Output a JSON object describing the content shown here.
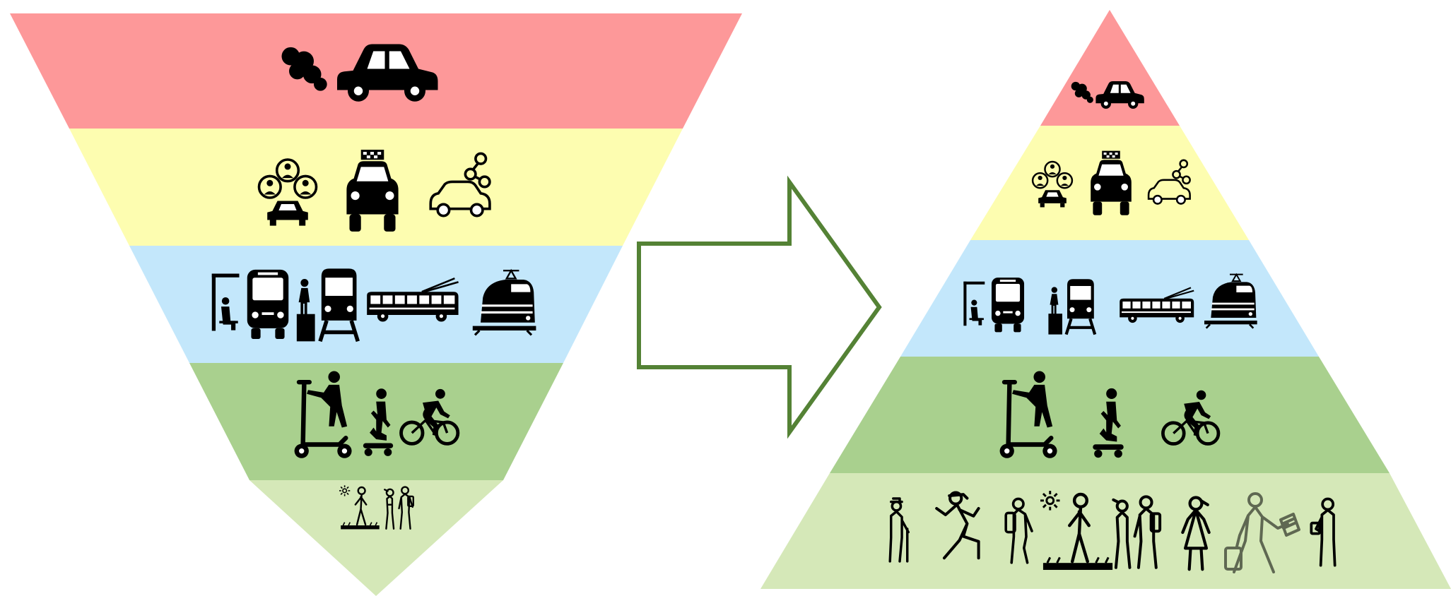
{
  "colors": {
    "band_car": "#fd9899",
    "band_shared": "#fdfdb0",
    "band_transit": "#c3e7fb",
    "band_active": "#a9d08e",
    "band_walk": "#d5e8b8",
    "icon": "#000000",
    "arrow_stroke": "#548235",
    "background": "#ffffff"
  },
  "current_pyramid": {
    "layers": [
      {
        "key": "private-car",
        "color_key": "band_car",
        "icons": [
          "car-exhaust-icon"
        ]
      },
      {
        "key": "shared-mobility",
        "color_key": "band_shared",
        "icons": [
          "carpool-icon",
          "taxi-icon",
          "car-sharing-icon"
        ]
      },
      {
        "key": "public-transport",
        "color_key": "band_transit",
        "icons": [
          "bus-stop-icon",
          "bus-icon",
          "metro-icon",
          "trolleybus-icon",
          "train-icon"
        ]
      },
      {
        "key": "micromobility",
        "color_key": "band_active",
        "icons": [
          "scooter-icon",
          "skateboard-icon",
          "bicycle-icon"
        ]
      },
      {
        "key": "walking",
        "color_key": "band_walk",
        "icons": [
          "walking-sun-icon",
          "hikers-icon"
        ]
      }
    ]
  },
  "target_pyramid": {
    "layers": [
      {
        "key": "private-car",
        "color_key": "band_car",
        "icons": [
          "car-exhaust-icon"
        ]
      },
      {
        "key": "shared-mobility",
        "color_key": "band_shared",
        "icons": [
          "carpool-icon",
          "taxi-icon",
          "car-sharing-icon"
        ]
      },
      {
        "key": "public-transport",
        "color_key": "band_transit",
        "icons": [
          "bus-stop-icon",
          "bus-icon",
          "metro-icon",
          "trolleybus-icon",
          "train-icon"
        ]
      },
      {
        "key": "micromobility",
        "color_key": "band_active",
        "icons": [
          "scooter-icon",
          "skateboard-icon",
          "bicycle-icon"
        ]
      },
      {
        "key": "walking",
        "color_key": "band_walk",
        "icons": [
          "elderly-walker-icon",
          "runner-icon",
          "hiker-icon",
          "walking-sun-icon",
          "couple-icon",
          "child-icon",
          "traveler-icon",
          "person-phone-icon"
        ]
      }
    ]
  },
  "transition_arrow": {
    "icon": "right-arrow-icon",
    "direction": "right"
  }
}
